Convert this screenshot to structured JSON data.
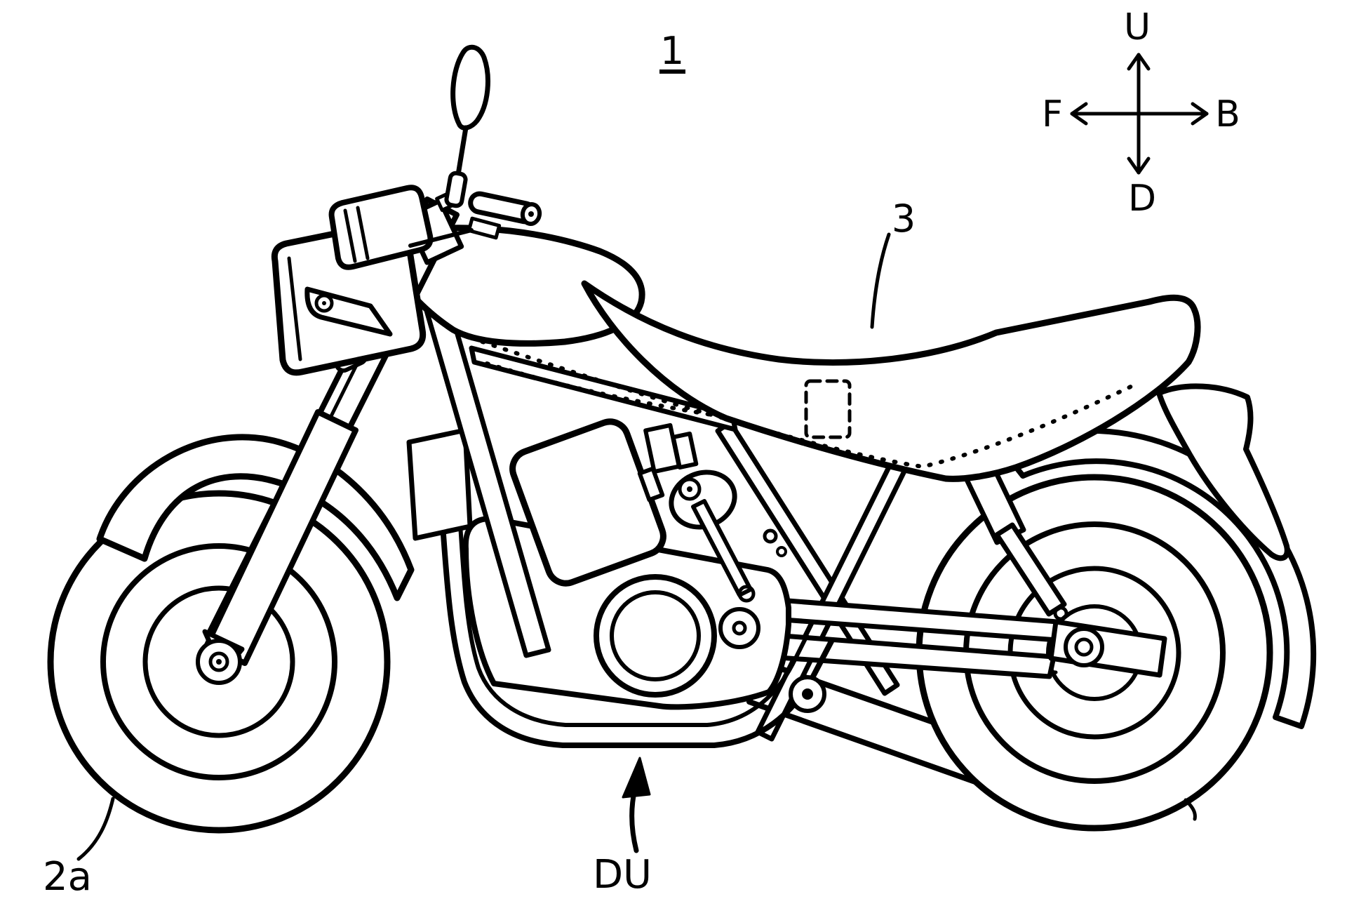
{
  "figure": {
    "description": "Patent-style side-view line drawing of a motorcycle",
    "figure_number": "1",
    "seat_label": "3",
    "front_tire_label": "2a",
    "down_up_label": "DU"
  },
  "compass": {
    "up": "U",
    "down": "D",
    "front": "F",
    "back": "B"
  },
  "colors": {
    "background": "#ffffff",
    "line": "#000000"
  }
}
